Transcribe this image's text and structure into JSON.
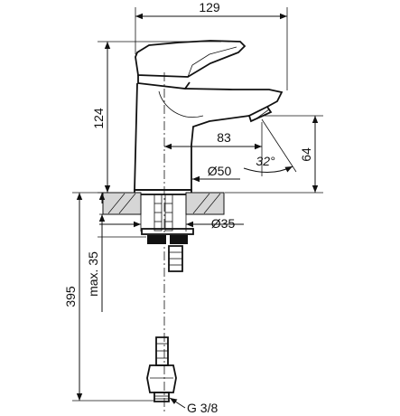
{
  "dimensions": {
    "width_total": "129",
    "height_spout": "124",
    "reach": "83",
    "outlet_height": "64",
    "angle": "32°",
    "base_diameter": "Ø50",
    "hole_diameter": "Ø35",
    "max_deck": "max. 35",
    "total_height": "395",
    "connection": "G 3/8"
  },
  "colors": {
    "line": "#111111",
    "countertop": "#d6d6d6",
    "background": "#ffffff"
  }
}
